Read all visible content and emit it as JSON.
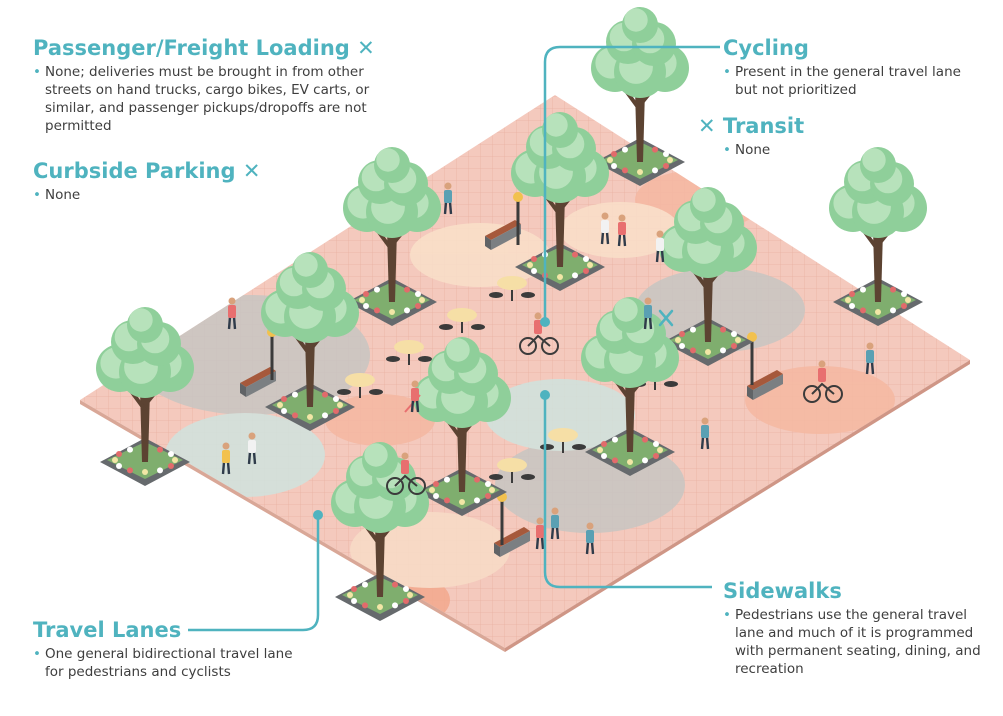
{
  "accent_color": "#4fb3bf",
  "text_color": "#3e3e3e",
  "labels": {
    "loading": {
      "title": "Passenger/Freight Loading",
      "mark": "✕",
      "bullet": "None; deliveries must be brought in from other streets on hand trucks, cargo bikes, EV carts, or similar, and passenger pickups/dropoffs are not permitted"
    },
    "parking": {
      "title": "Curbside Parking",
      "mark": "✕",
      "bullet": "None"
    },
    "cycling": {
      "title": "Cycling",
      "bullet": "Present in the general travel lane but not prioritized"
    },
    "transit": {
      "title": "Transit",
      "mark": "✕",
      "bullet": "None"
    },
    "travel": {
      "title": "Travel Lanes",
      "bullet": "One general bidirectional travel lane for pedestrians and cyclists"
    },
    "sidewalks": {
      "title": "Sidewalks",
      "bullet": "Pedestrians use the general travel lane and much of it is programmed with permanent seating, dining, and recreation"
    }
  },
  "icons": [
    "tree-icon",
    "bench-icon",
    "lamp-icon",
    "cafe-table-icon",
    "pedestrian-icon",
    "cyclist-icon",
    "scooter-icon",
    "skater-icon",
    "x-mark-icon",
    "callout-dot-icon"
  ]
}
